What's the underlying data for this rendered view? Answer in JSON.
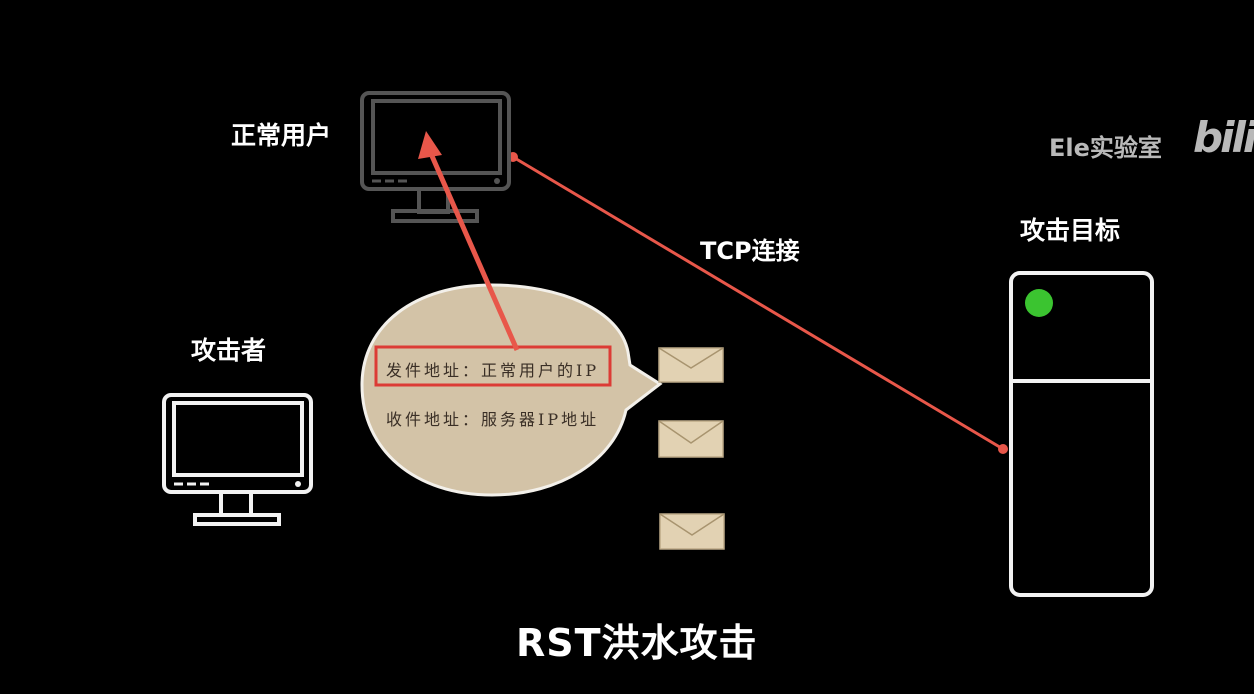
{
  "labels": {
    "normal_user": "正常用户",
    "attacker": "攻击者",
    "target": "攻击目标",
    "tcp": "TCP连接",
    "title": "RST洪水攻击"
  },
  "bubble": {
    "from_line": "发件地址：正常用户的IP",
    "to_line": "收件地址：服务器IP地址"
  },
  "watermark": {
    "text": "Ele实验室",
    "logo": "bili"
  },
  "colors": {
    "background": "#000000",
    "arrow": "#e8574a",
    "bubble_fill": "#d3c3a7",
    "envelope": "#e2d2b3",
    "status_light": "#3bc430"
  }
}
